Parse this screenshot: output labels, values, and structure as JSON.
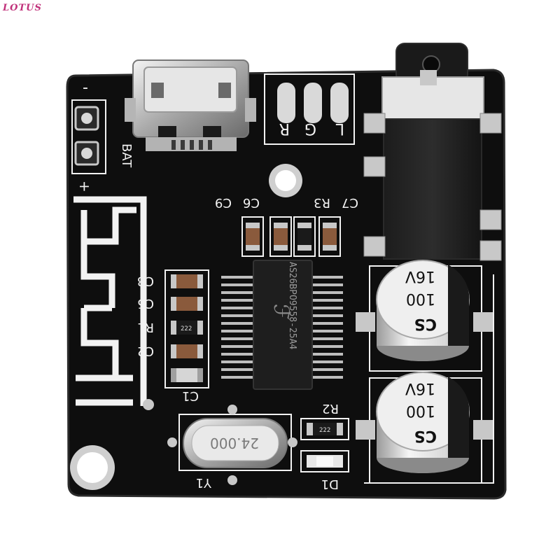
{
  "watermark": {
    "text": "LOTUS"
  },
  "board": {
    "bat_label": "BAT",
    "plus_sign": "+",
    "minus_sign": "-",
    "channel_labels": [
      "L",
      "G",
      "R"
    ],
    "top_labels": [
      "C7",
      "R3",
      "C6",
      "C9"
    ],
    "left_labels": [
      "C8",
      "C5",
      "R1",
      "C2",
      "C1"
    ],
    "r2_label": "R2",
    "d1_label": "D1",
    "y1_label": "Y1",
    "chip_text": "AS26BPO9558-25A4",
    "crystal_text": "24.000",
    "resistor_code": "222",
    "capacitor_text": [
      "CS",
      "100",
      "16V"
    ]
  },
  "colors": {
    "pcb": "#0e0e0e",
    "silkscreen": "#f2f2f2",
    "pad_silver": "#c8c8c8",
    "smd_capacitor": "#8a5a3c",
    "background": "#ffffff"
  }
}
